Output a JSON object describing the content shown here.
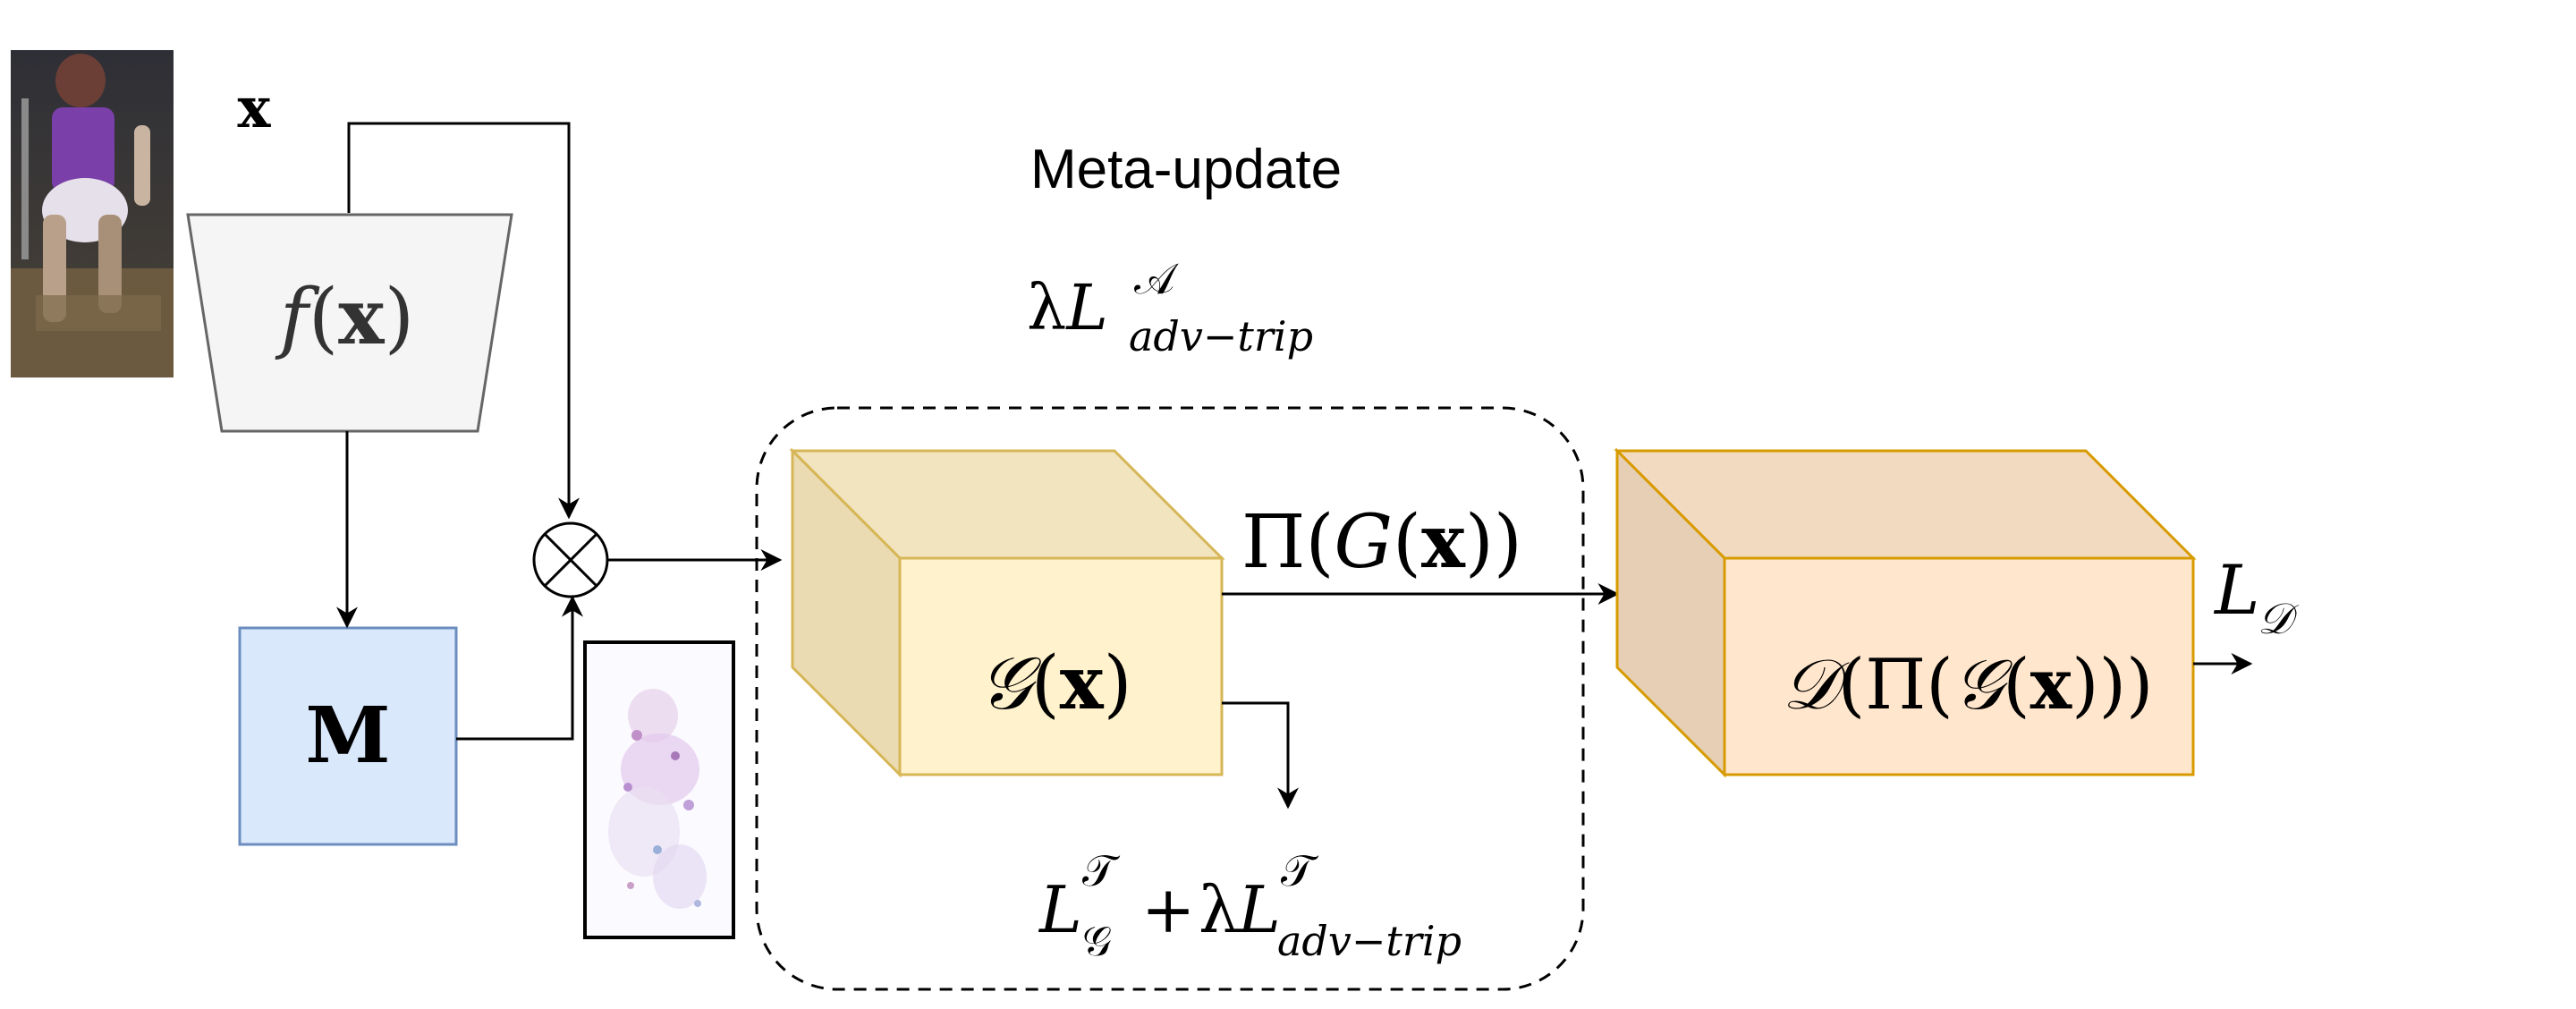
{
  "input_label": "x",
  "feature_extractor": {
    "label": "f(x)",
    "f": "f",
    "lp": "(",
    "x": "x",
    "rp": ")"
  },
  "mask": {
    "label": "M"
  },
  "meta_update": {
    "title": "Meta-update",
    "loss": {
      "lambda": "λ",
      "L": "L",
      "sup": "𝒜",
      "sub": "adv−trip"
    }
  },
  "generator": {
    "label": "𝒢(x)",
    "G": "𝒢",
    "lp": "(",
    "x": "x",
    "rp": ")"
  },
  "generator_loss": {
    "L1": "L",
    "L1_sup": "𝒯",
    "L1_sub": "𝒢",
    "plus": "+",
    "lambda": "λ",
    "L2": "L",
    "L2_sup": "𝒯",
    "L2_sub": "adv−trip"
  },
  "projection": {
    "Pi": "Π",
    "lp1": "(",
    "G": "G",
    "lp2": "(",
    "x": "x",
    "rp": "))"
  },
  "discriminator": {
    "D": "𝒟",
    "lp1": "(",
    "Pi": "Π",
    "lp2": "(",
    "G": "𝒢",
    "lp3": "(",
    "x": "x",
    "rp": ")))"
  },
  "discriminator_loss": {
    "L": "L",
    "sub": "𝒟"
  },
  "colors": {
    "trapezoid_fill": "#f5f5f5",
    "trapezoid_stroke": "#666666",
    "mask_fill": "#dae8fc",
    "mask_stroke": "#6c8ebf",
    "gen_front": "#fff2cc",
    "gen_top": "#f2e4bf",
    "gen_side": "#eadbb2",
    "gen_stroke": "#d6b656",
    "disc_front": "#ffe6cc",
    "disc_top": "#f2dac1",
    "disc_side": "#e6cfb5",
    "disc_stroke": "#d79b00"
  }
}
